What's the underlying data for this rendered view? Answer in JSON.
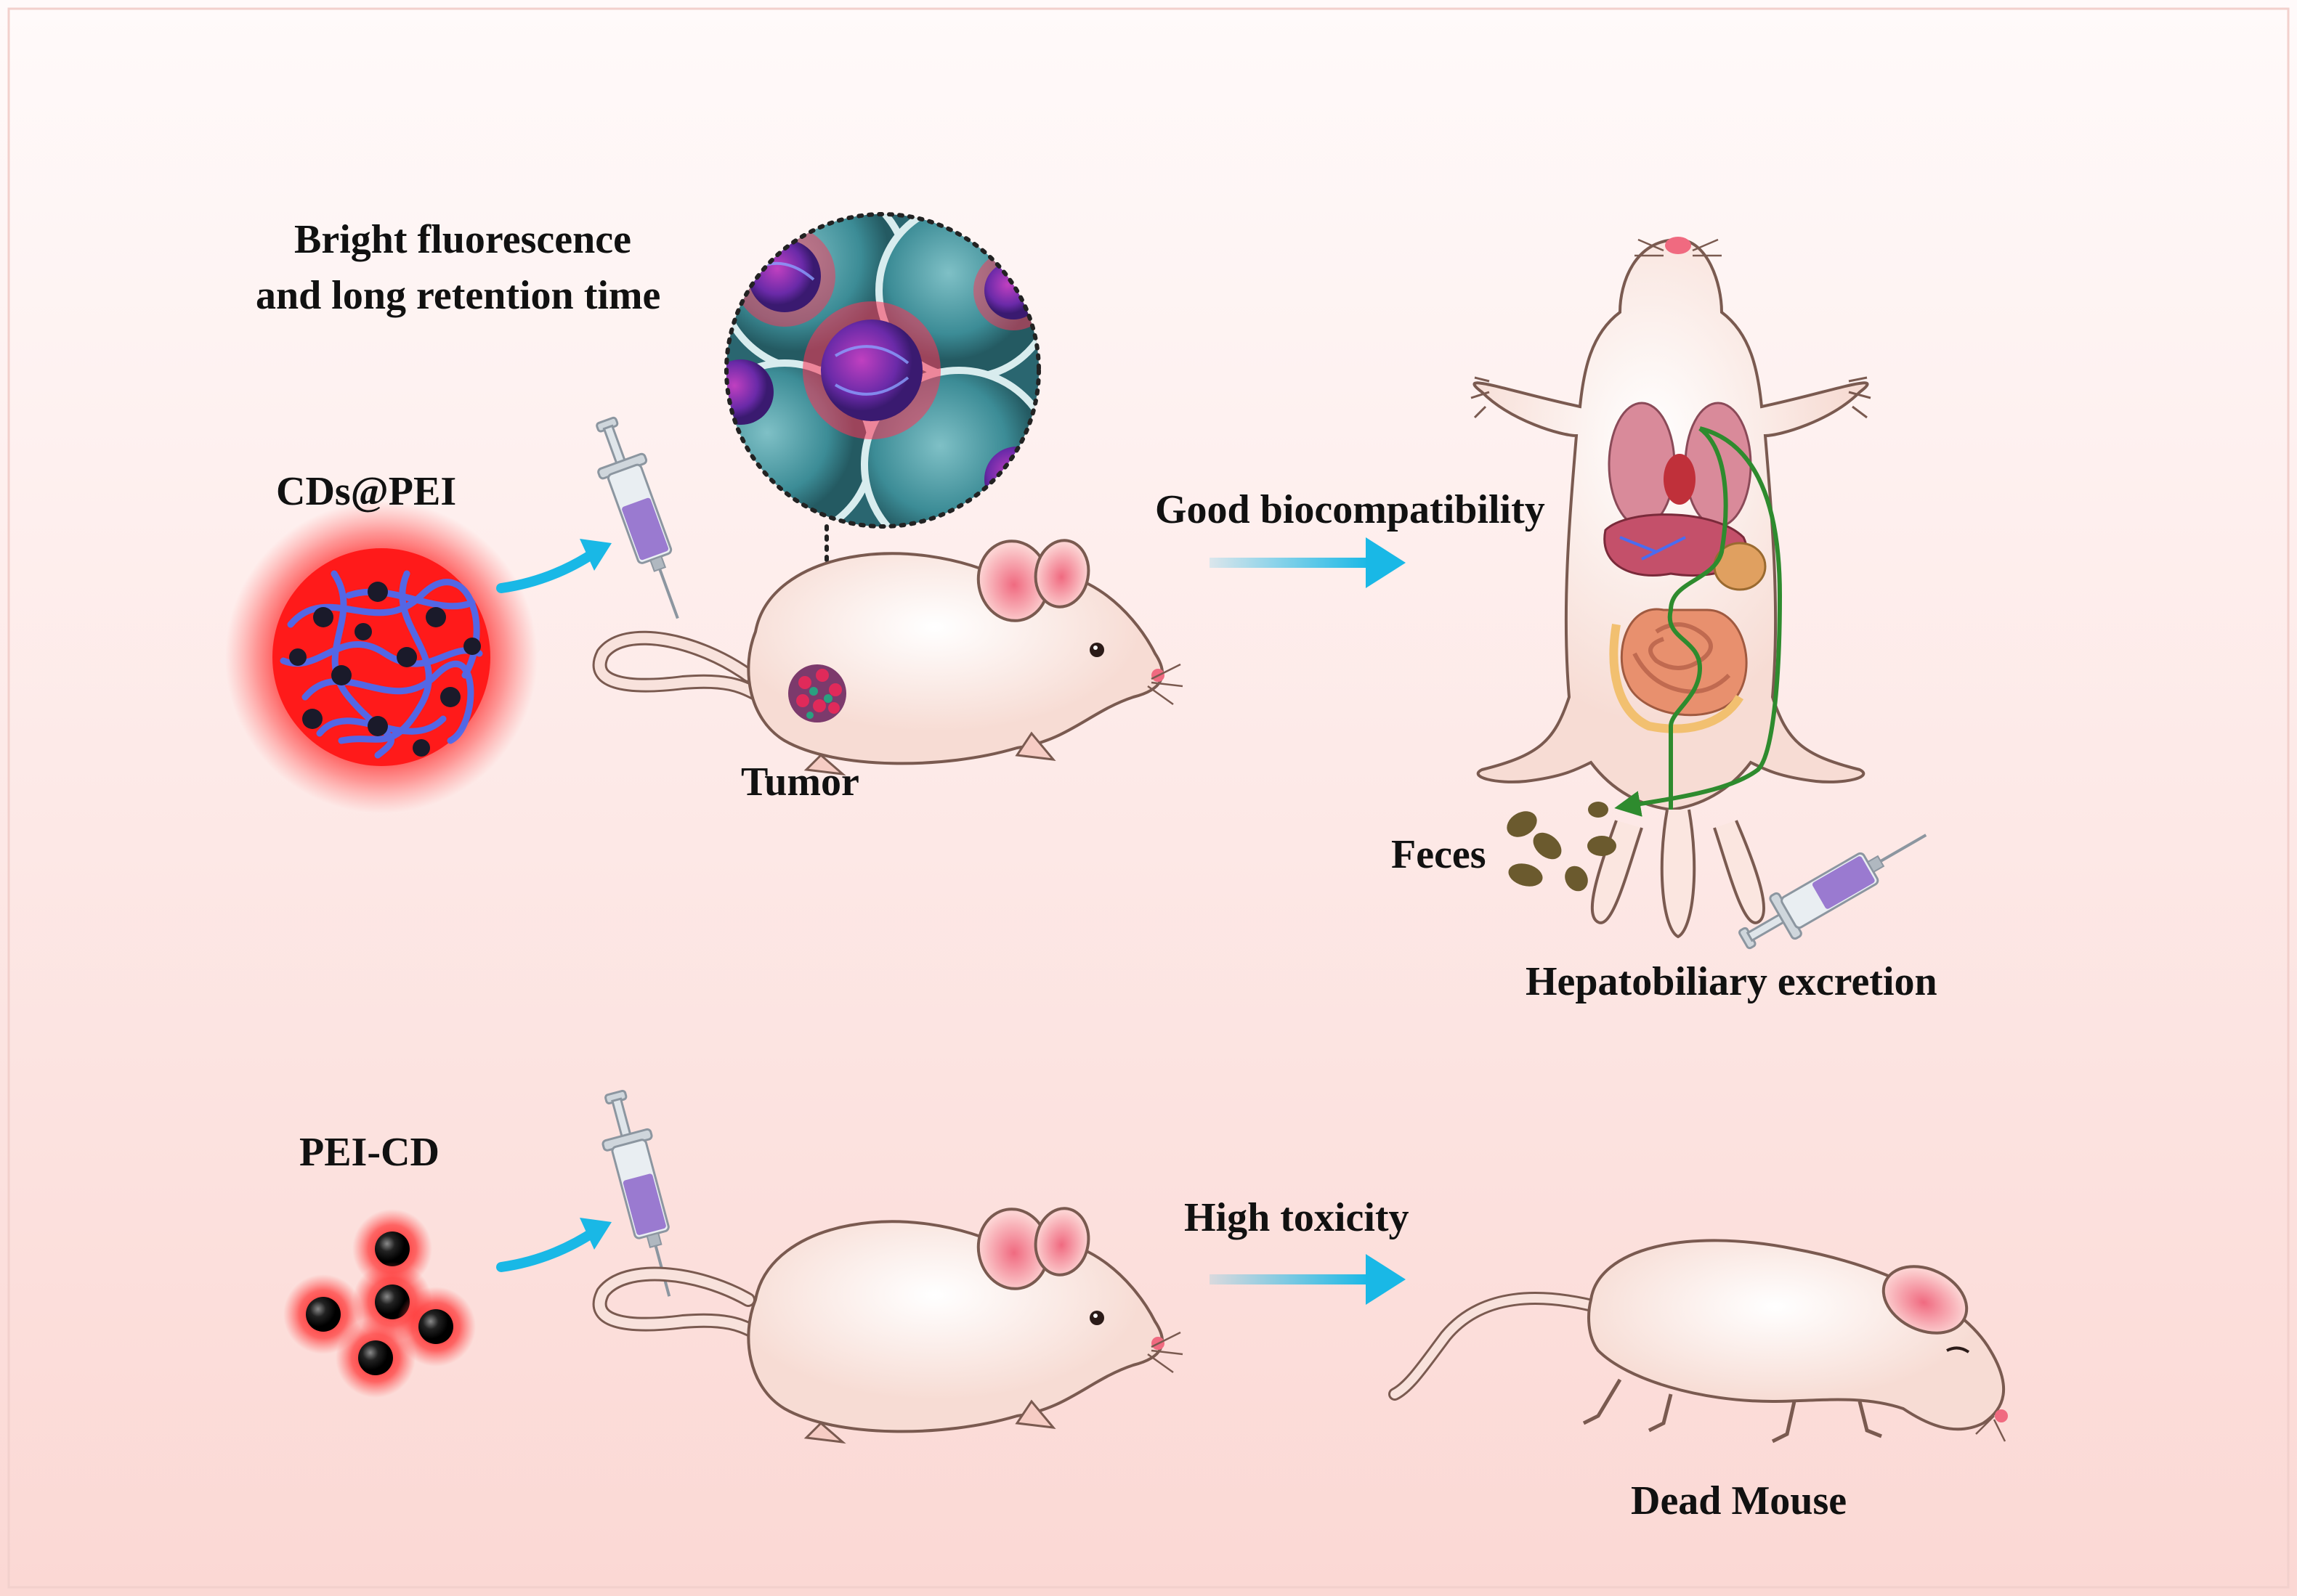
{
  "labels": {
    "bright_line1": "Bright fluorescence",
    "bright_line2": "and long retention time",
    "cds_pei": "CDs@PEI",
    "good_bio": "Good biocompatibility",
    "tumor": "Tumor",
    "feces": "Feces",
    "hepato": "Hepatobiliary excretion",
    "pei_cd": "PEI-CD",
    "high_tox": "High toxicity",
    "dead": "Dead Mouse"
  },
  "colors": {
    "background_top": "#fffafa",
    "background_bottom": "#fbd8d4",
    "arrow_cyan": "#19b8e6",
    "glow_red": "#ff1a1a",
    "mouse_body": "#fdf0ec",
    "mouse_outline": "#7a5a50",
    "ear_pink": "#f59aa8",
    "bile_green": "#2e8b2e",
    "feces_brown": "#6b5a2e",
    "network_blue": "#4a6cf0",
    "cell_teal": "#3c8c96"
  }
}
